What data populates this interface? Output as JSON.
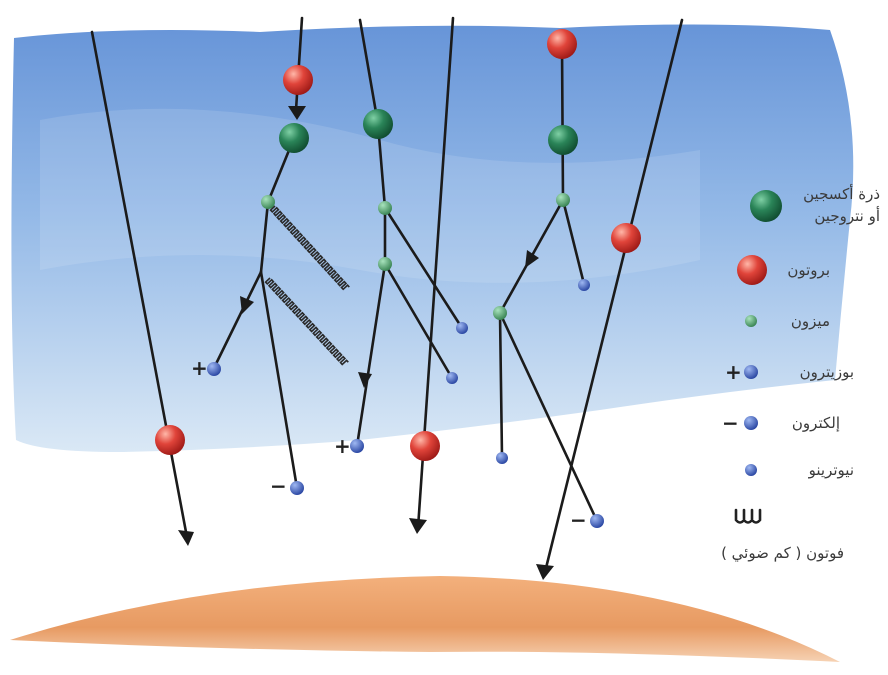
{
  "legend": {
    "oxygen_nitrogen_line1": "ذرة أكسجين",
    "oxygen_nitrogen_line2": "أو نتروجين",
    "proton": "بروتون",
    "meson": "ميزون",
    "positron": "بوزيترون",
    "electron": "إلكترون",
    "neutrino": "نيوترينو",
    "photon": "فوتون ( كم ضوئي )"
  },
  "signs": {
    "plus": "+",
    "minus": "−"
  },
  "icons": {
    "atom": "oxygen-nitrogen-atom-icon",
    "proton": "proton-icon",
    "meson": "meson-icon",
    "positron": "positron-icon",
    "electron": "electron-icon",
    "neutrino": "neutrino-icon",
    "photon": "photon-wave-icon"
  },
  "colors": {
    "sky": "#7aa6dd",
    "sky_light": "#cfe0f2",
    "earth": "#e8a068",
    "atom": "#1f6e4a",
    "proton": "#d9332f",
    "meson": "#3a8a55",
    "lepton": "#2d4fb0"
  }
}
